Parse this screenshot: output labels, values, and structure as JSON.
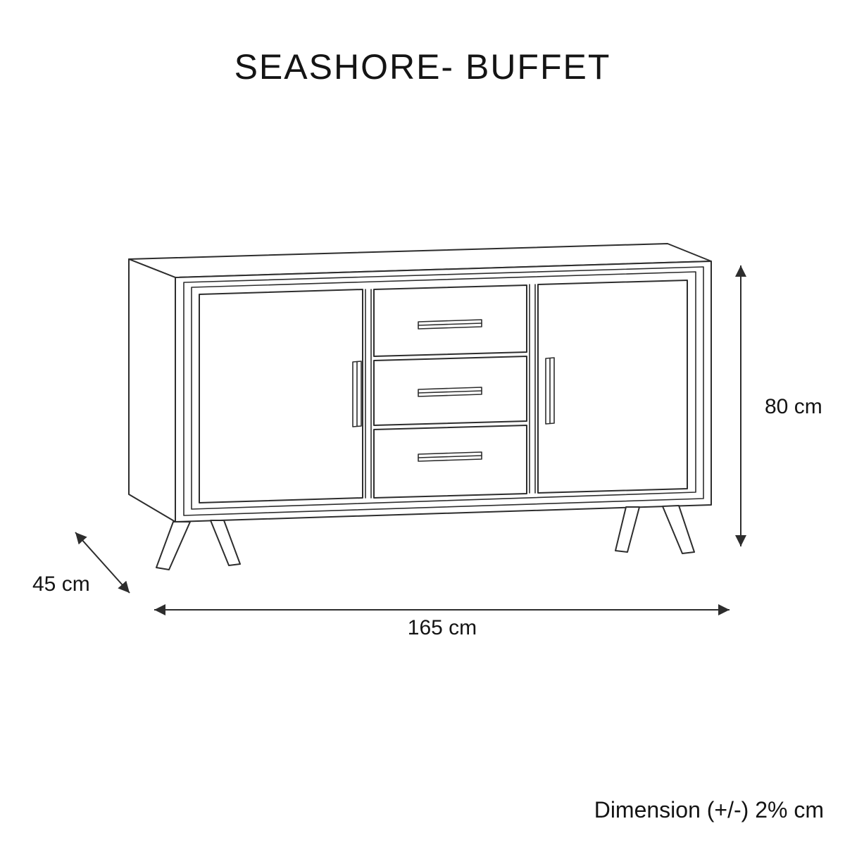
{
  "title": "SEASHORE- BUFFET",
  "diagram": {
    "dimensions": {
      "height": "80 cm",
      "depth": "45 cm",
      "width": "165 cm"
    },
    "tolerance_note": "Dimension (+/-) 2% cm",
    "line_color": "#2d2d2d",
    "text_color": "#141414",
    "background_color": "#ffffff"
  }
}
